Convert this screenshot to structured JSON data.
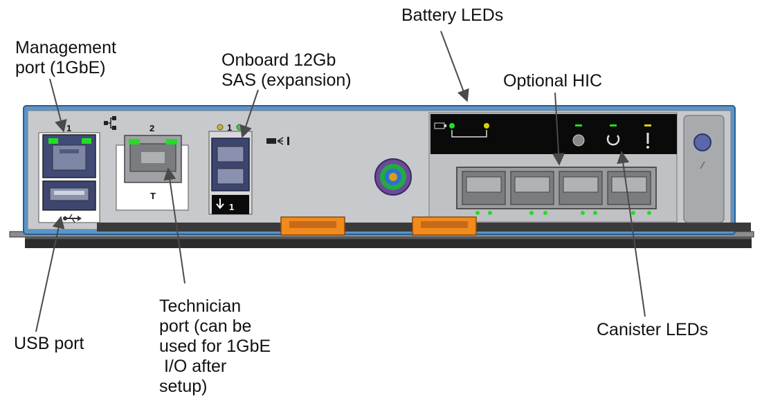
{
  "callouts": {
    "battery_leds": "Battery LEDs",
    "management_port": "Management\nport (1GbE)",
    "onboard_sas": "Onboard 12Gb\nSAS (expansion)",
    "optional_hic": "Optional HIC",
    "usb_port": "USB port",
    "technician_port": "Technician\nport (can be\nused for 1GbE\n I/O after\nsetup)",
    "canister_leds": "Canister LEDs"
  },
  "port_labels": {
    "port_1": "1",
    "port_2": "2",
    "sas_top": "1",
    "sas_bottom": "1",
    "technician_tag": "T"
  },
  "colors": {
    "faceplate": "#c7c9cc",
    "frame_blue": "#5b95c9",
    "led_green": "#22dd22",
    "latch_orange": "#f28a1c",
    "black_panel": "#0a0a0a",
    "port_blue": "#404c78"
  },
  "icons": [
    "network-icon",
    "usb-icon",
    "battery-icon",
    "attention-icon",
    "locate-icon",
    "service-icon"
  ]
}
